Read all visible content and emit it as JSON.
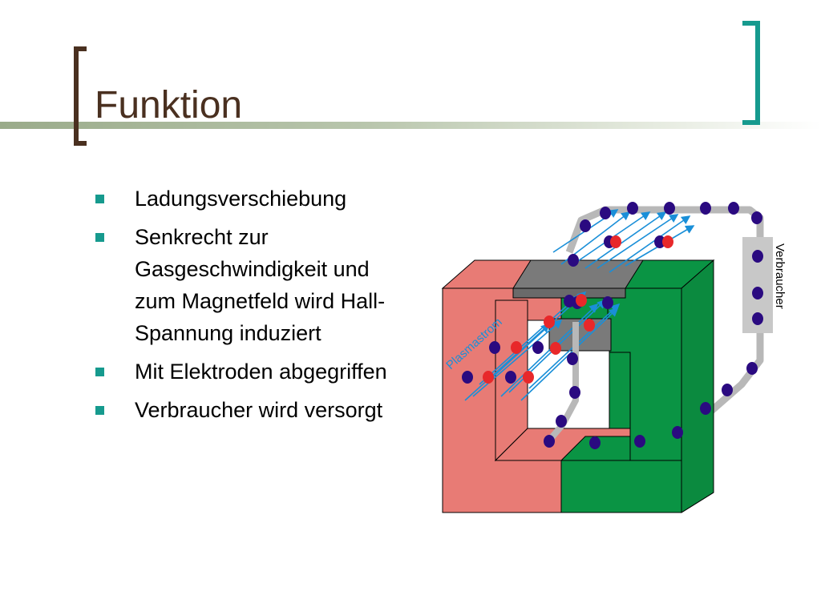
{
  "slide": {
    "title": "Funktion",
    "bullets": [
      "Ladungsverschiebung",
      "Senkrecht zur Gasgeschwindigkeit und zum Magnetfeld wird Hall-Spannung induziert",
      "Mit Elektroden abgegriffen",
      "Verbraucher wird versorgt"
    ]
  },
  "diagram": {
    "plasma_label": "Plasmastrom",
    "load_label": "Verbraucher"
  },
  "colors": {
    "title_text": "#4a3020",
    "accent": "#169a8e",
    "magnet_red": "#e87b75",
    "magnet_green": "#0a9444",
    "electron": "#2a0a80",
    "ion": "#e8282a",
    "plasma_arrow": "#1a8fd8",
    "circuit": "#b8b8b8"
  }
}
